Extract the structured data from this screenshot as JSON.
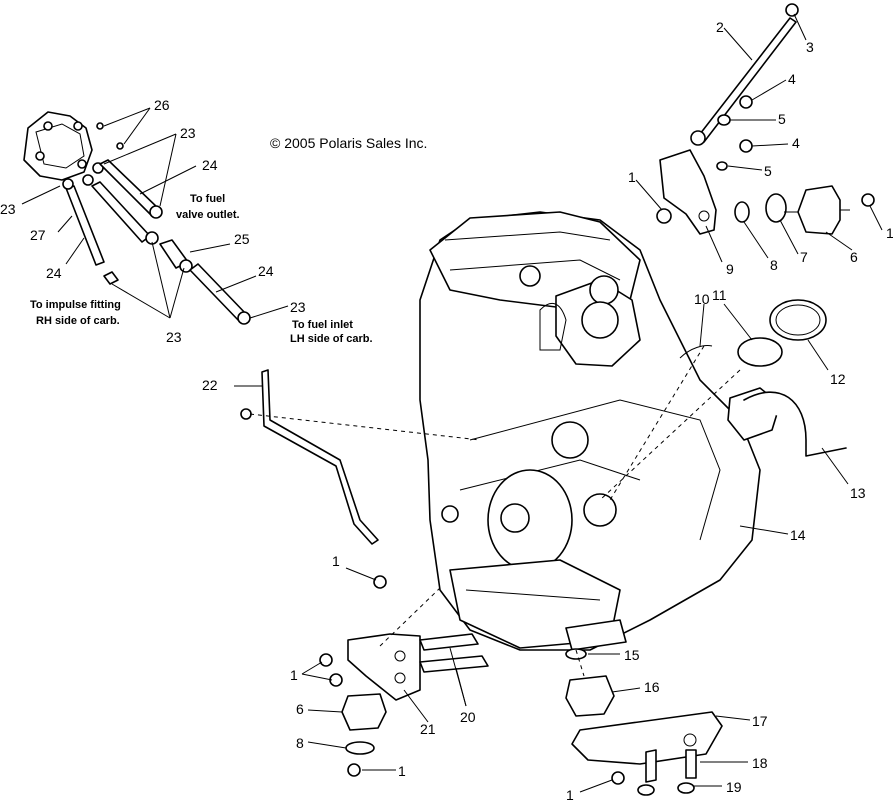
{
  "copyright": "© 2005 Polaris Sales Inc.",
  "notes": {
    "fuel_valve_outlet": [
      "To fuel",
      "valve outlet."
    ],
    "impulse_fitting": [
      "To impulse fitting",
      "RH side of carb."
    ],
    "fuel_inlet": [
      "To fuel inlet",
      "LH side of carb."
    ]
  },
  "callouts": {
    "c1a": "1",
    "c1b": "1",
    "c1c": "1",
    "c1d": "1",
    "c1e": "1",
    "c1f": "1",
    "c2": "2",
    "c3": "3",
    "c4a": "4",
    "c4b": "4",
    "c5a": "5",
    "c5b": "5",
    "c6a": "6",
    "c6b": "6",
    "c7": "7",
    "c8a": "8",
    "c8b": "8",
    "c9": "9",
    "c10": "10",
    "c11": "11",
    "c12": "12",
    "c13": "13",
    "c14": "14",
    "c15": "15",
    "c16": "16",
    "c17": "17",
    "c18": "18",
    "c19": "19",
    "c20": "20",
    "c21": "21",
    "c22": "22",
    "c23a": "23",
    "c23b": "23",
    "c23c": "23",
    "c23d": "23",
    "c24a": "24",
    "c24b": "24",
    "c24c": "24",
    "c25": "25",
    "c26": "26",
    "c27": "27"
  }
}
